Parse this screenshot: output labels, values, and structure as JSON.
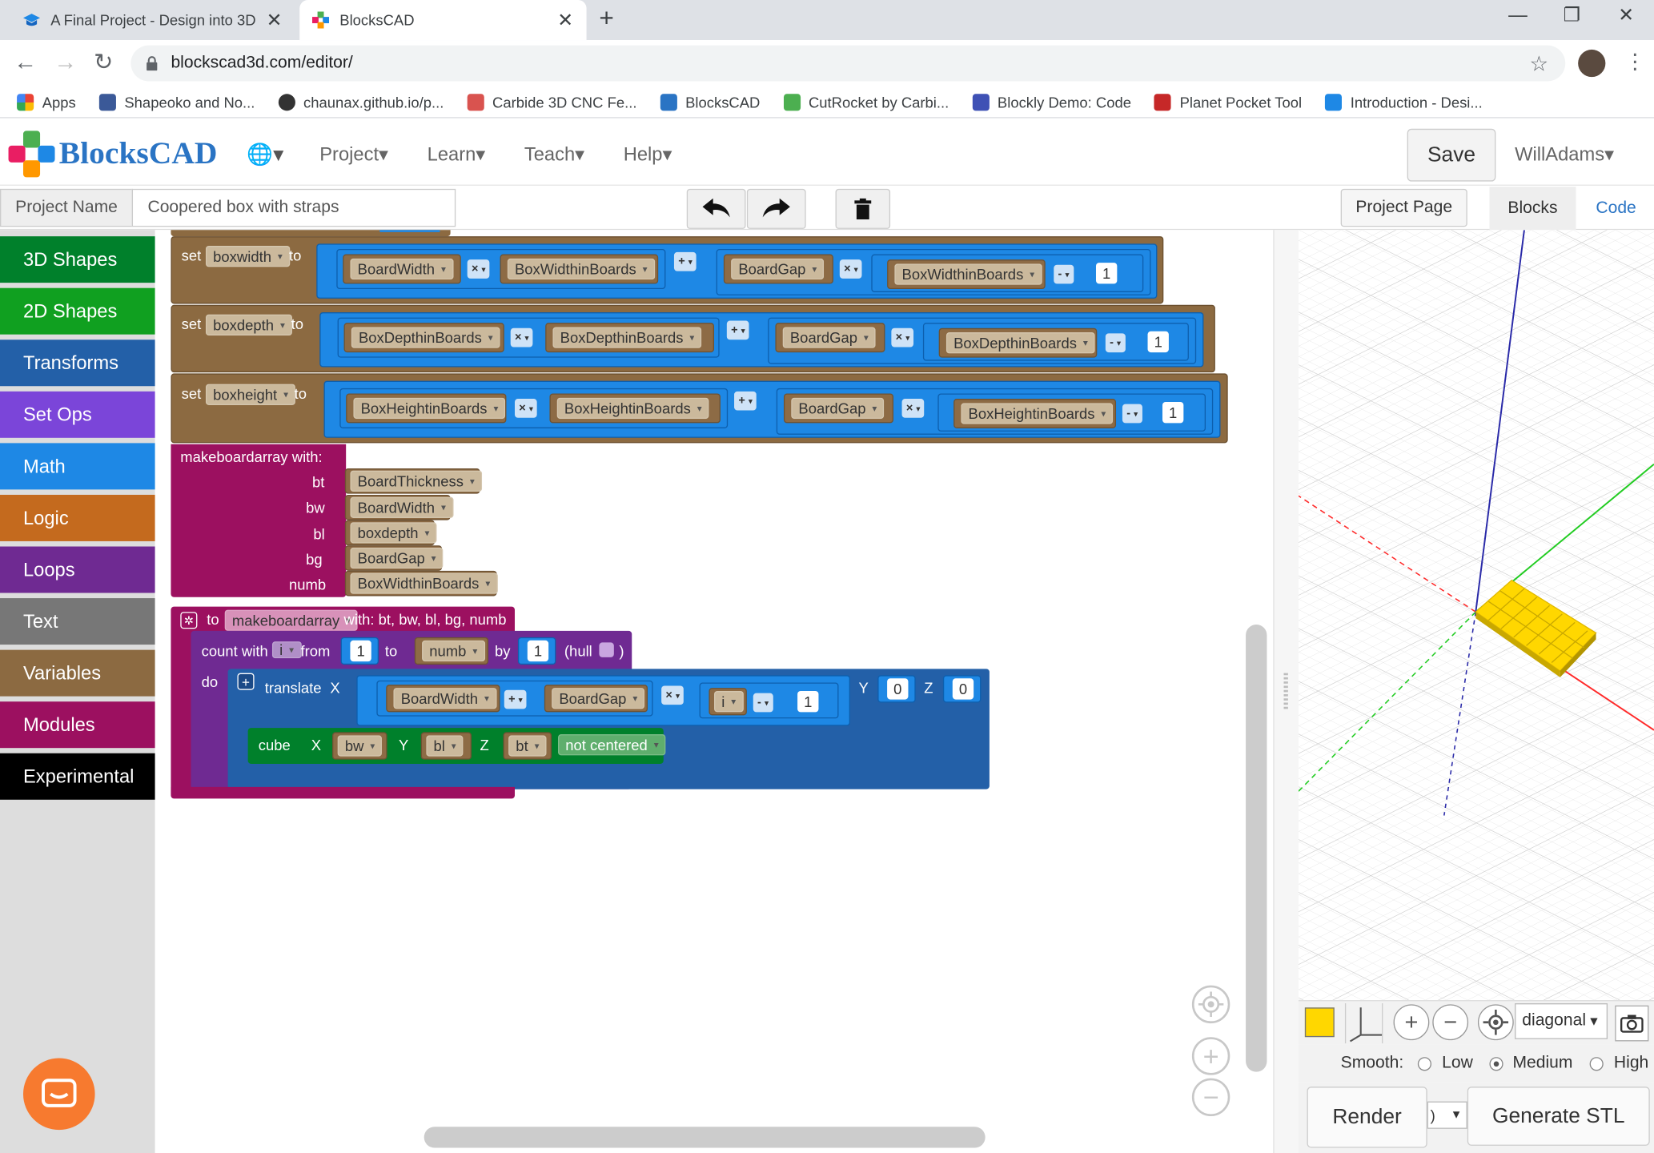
{
  "browser": {
    "tabs": [
      {
        "label": "A Final Project - Design into 3D"
      },
      {
        "label": "BlocksCAD"
      }
    ],
    "url": "blockscad3d.com/editor/",
    "bookmarks": [
      {
        "label": "Apps",
        "color": "#e94235"
      },
      {
        "label": "Shapeoko and No...",
        "color": "#3b5998"
      },
      {
        "label": "chaunax.github.io/p...",
        "color": "#333333"
      },
      {
        "label": "Carbide 3D CNC Fe...",
        "color": "#d9534f"
      },
      {
        "label": "BlocksCAD",
        "color": "#2a74c4"
      },
      {
        "label": "CutRocket by Carbi...",
        "color": "#4caf50"
      },
      {
        "label": "Blockly Demo: Code",
        "color": "#3f51b5"
      },
      {
        "label": "Planet Pocket Tool",
        "color": "#c62828"
      },
      {
        "label": "Introduction - Desi...",
        "color": "#1e88e5"
      }
    ]
  },
  "app": {
    "logo_text": "BlocksCAD",
    "nav": {
      "project": "Project",
      "learn": "Learn",
      "teach": "Teach",
      "help": "Help"
    },
    "save_label": "Save",
    "user": "WillAdams",
    "project_name_label": "Project Name",
    "project_name_value": "Coopered box with straps",
    "project_page_label": "Project Page",
    "tab_blocks": "Blocks",
    "tab_code": "Code"
  },
  "categories": [
    {
      "label": "3D Shapes",
      "color": "#00802b"
    },
    {
      "label": "2D Shapes",
      "color": "#10a020"
    },
    {
      "label": "Transforms",
      "color": "#2360a8"
    },
    {
      "label": "Set Ops",
      "color": "#7b45d9"
    },
    {
      "label": "Math",
      "color": "#1e88e5"
    },
    {
      "label": "Logic",
      "color": "#c46a1e"
    },
    {
      "label": "Loops",
      "color": "#6f2a92"
    },
    {
      "label": "Text",
      "color": "#777777"
    },
    {
      "label": "Variables",
      "color": "#8c6a41"
    },
    {
      "label": "Modules",
      "color": "#9c1060"
    },
    {
      "label": "Experimental",
      "color": "#000000"
    }
  ],
  "blocks": {
    "set_label": "set",
    "to_label": "to",
    "boxwidth": {
      "var": "boxwidth",
      "a": "BoardWidth",
      "op1": "×",
      "b": "BoxWidthinBoards",
      "plus": "+",
      "c": "BoardGap",
      "op2": "×",
      "d": "BoxWidthinBoards",
      "minus": "-",
      "n": "1"
    },
    "boxdepth": {
      "var": "boxdepth",
      "a": "BoxDepthinBoards",
      "op1": "×",
      "b": "BoxDepthinBoards",
      "plus": "+",
      "c": "BoardGap",
      "op2": "×",
      "d": "BoxDepthinBoards",
      "minus": "-",
      "n": "1"
    },
    "boxheight": {
      "var": "boxheight",
      "a": "BoxHeightinBoards",
      "op1": "×",
      "b": "BoxHeightinBoards",
      "plus": "+",
      "c": "BoardGap",
      "op2": "×",
      "d": "BoxHeightinBoards",
      "minus": "-",
      "n": "1"
    },
    "call": {
      "title": "makeboardarray  with:",
      "args": [
        {
          "name": "bt",
          "value": "BoardThickness"
        },
        {
          "name": "bw",
          "value": "BoardWidth"
        },
        {
          "name": "bl",
          "value": "boxdepth"
        },
        {
          "name": "bg",
          "value": "BoardGap"
        },
        {
          "name": "numb",
          "value": "BoxWidthinBoards"
        }
      ]
    },
    "def": {
      "to": "to",
      "name": "makeboardarray",
      "with": "with: bt, bw, bl, bg, numb",
      "count_with": "count with",
      "i": "i",
      "from": "from",
      "from_val": "1",
      "to2": "to",
      "to_val": "numb",
      "by": "by",
      "by_val": "1",
      "hull": "(hull",
      "hull_close": ")",
      "do": "do",
      "translate": "translate",
      "x": "X",
      "tx_a": "BoardWidth",
      "tx_plus": "+",
      "tx_b": "BoardGap",
      "tx_times": "×",
      "tx_i": "i",
      "tx_minus": "-",
      "tx_n": "1",
      "y": "Y",
      "y_val": "0",
      "z": "Z",
      "z_val": "0",
      "cube": "cube",
      "cx": "X",
      "cx_val": "bw",
      "cy": "Y",
      "cy_val": "bl",
      "cz": "Z",
      "cz_val": "bt",
      "centered": "not centered"
    }
  },
  "viewer": {
    "view_option": "diagonal",
    "swatch_color": "#ffd700",
    "smooth_label": "Smooth:",
    "smooth_options": [
      "Low",
      "Medium",
      "High"
    ],
    "smooth_selected": "Medium",
    "render_label": "Render",
    "format_partial": ")",
    "generate_label": "Generate STL"
  }
}
